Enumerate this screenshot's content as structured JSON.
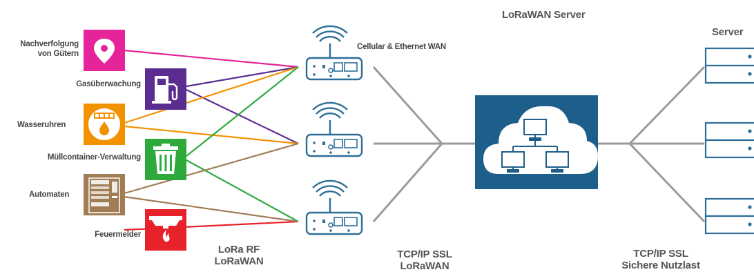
{
  "header": {
    "server_title": "LoRaWAN Server",
    "servers_label": "Server"
  },
  "devices": [
    {
      "label": "Nachverfolgung\nvon Gütern",
      "icon": "location-pin-icon",
      "color": "#e5249a"
    },
    {
      "label": "Gasüberwachung",
      "icon": "fuel-pump-icon",
      "color": "#5c2d91"
    },
    {
      "label": "Wasseruhren",
      "icon": "water-meter-icon",
      "color": "#f39200"
    },
    {
      "label": "Müllcontainer-Verwaltung",
      "icon": "trash-bin-icon",
      "color": "#2eaa3d"
    },
    {
      "label": "Automaten",
      "icon": "vending-machine-icon",
      "color": "#a07d55"
    },
    {
      "label": "Feuermelder",
      "icon": "smoke-detector-icon",
      "color": "#e8222a"
    }
  ],
  "gateway_label": "Cellular & Ethernet WAN",
  "footer": {
    "lora_line1": "LoRa RF",
    "lora_line2": "LoRaWAN",
    "tcp1_line1": "TCP/IP SSL",
    "tcp1_line2": "LoRaWAN",
    "tcp2_line1": "TCP/IP SSL",
    "tcp2_line2": "Sichere Nutzlast"
  },
  "colors": {
    "gateway": "#2c6e98",
    "cloud_box": "#1e5e8a",
    "link_gray": "#9a9a9a"
  }
}
